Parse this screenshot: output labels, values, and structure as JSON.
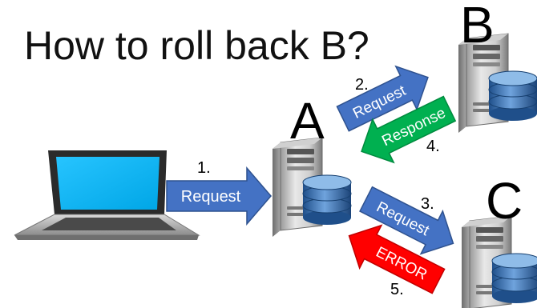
{
  "title": "How to roll back B?",
  "nodes": {
    "a_label": "A",
    "b_label": "B",
    "c_label": "C"
  },
  "steps": {
    "s1": "1.",
    "s2": "2.",
    "s3": "3.",
    "s4": "4.",
    "s5": "5."
  },
  "arrows": {
    "client_to_a": "Request",
    "a_to_b": "Request",
    "b_to_a": "Response",
    "a_to_c": "Request",
    "c_to_a": "ERROR"
  },
  "colors": {
    "request": "#4472c4",
    "response": "#00b050",
    "error": "#ff0000",
    "laptop_screen": "#00b0f0"
  }
}
